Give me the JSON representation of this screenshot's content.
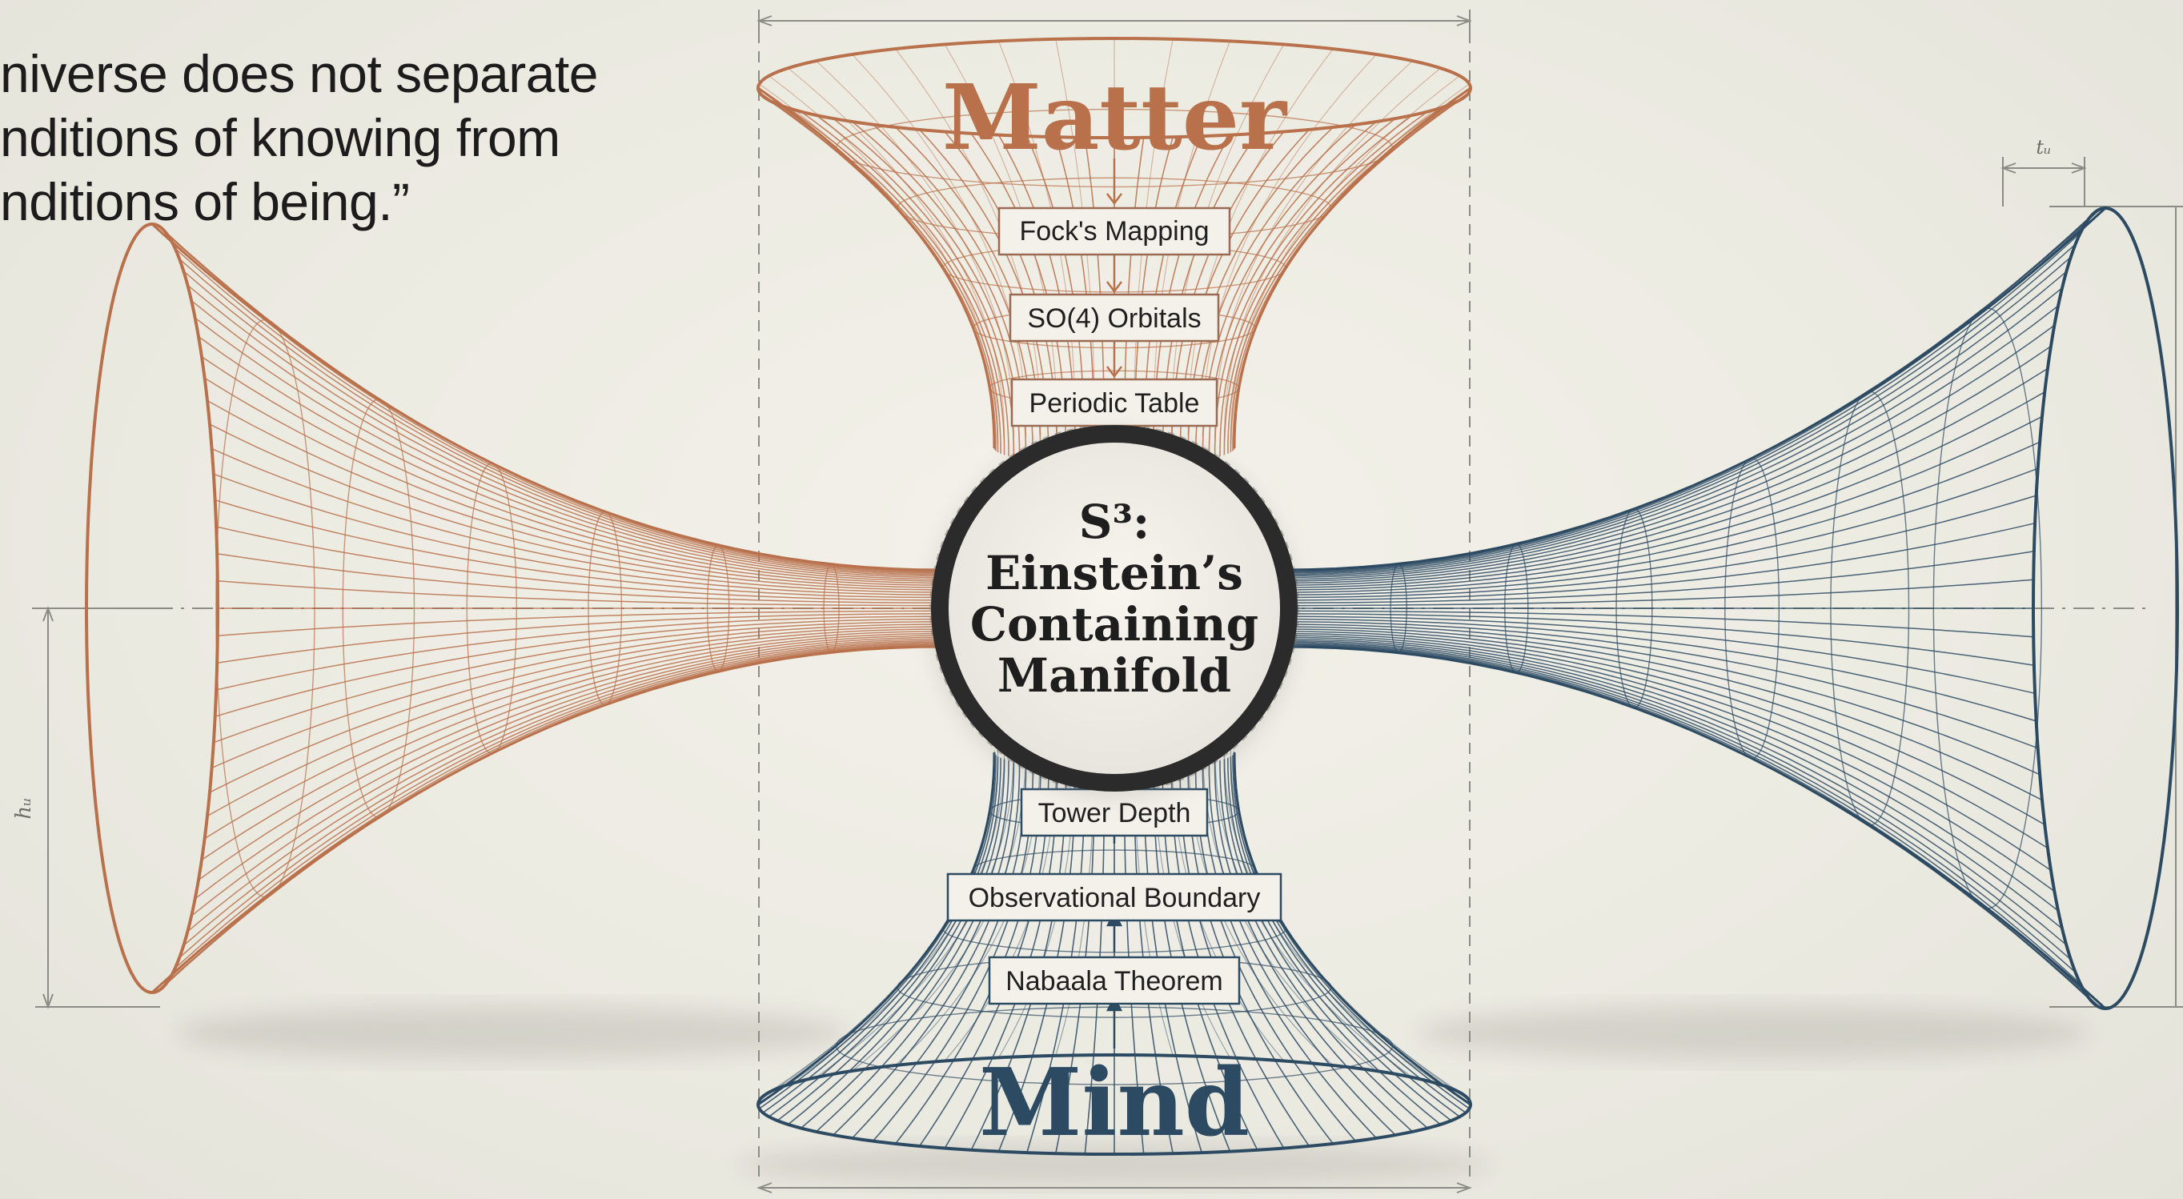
{
  "quote": {
    "lines": [
      "niverse does not separate",
      "nditions of knowing from",
      "nditions of being.”"
    ]
  },
  "top_cone": {
    "title": "Matter",
    "steps": [
      "Fock's Mapping",
      "SO(4) Orbitals",
      "Periodic Table"
    ]
  },
  "center": {
    "lines": [
      "S³:",
      "Einstein’s",
      "Containing",
      "Manifold"
    ]
  },
  "bottom_cone": {
    "title": "Mind",
    "steps": [
      "Tower Depth",
      "Observational Boundary",
      "Nabaala Theorem"
    ]
  },
  "dimension_labels": {
    "left_height": "hᵤ",
    "right_width": "tᵤ"
  },
  "colors": {
    "matter": "#b9714c",
    "mind": "#2d4a63",
    "ring": "#2b2b2b",
    "background": "#eeece4",
    "guide": "#8c8c86"
  }
}
